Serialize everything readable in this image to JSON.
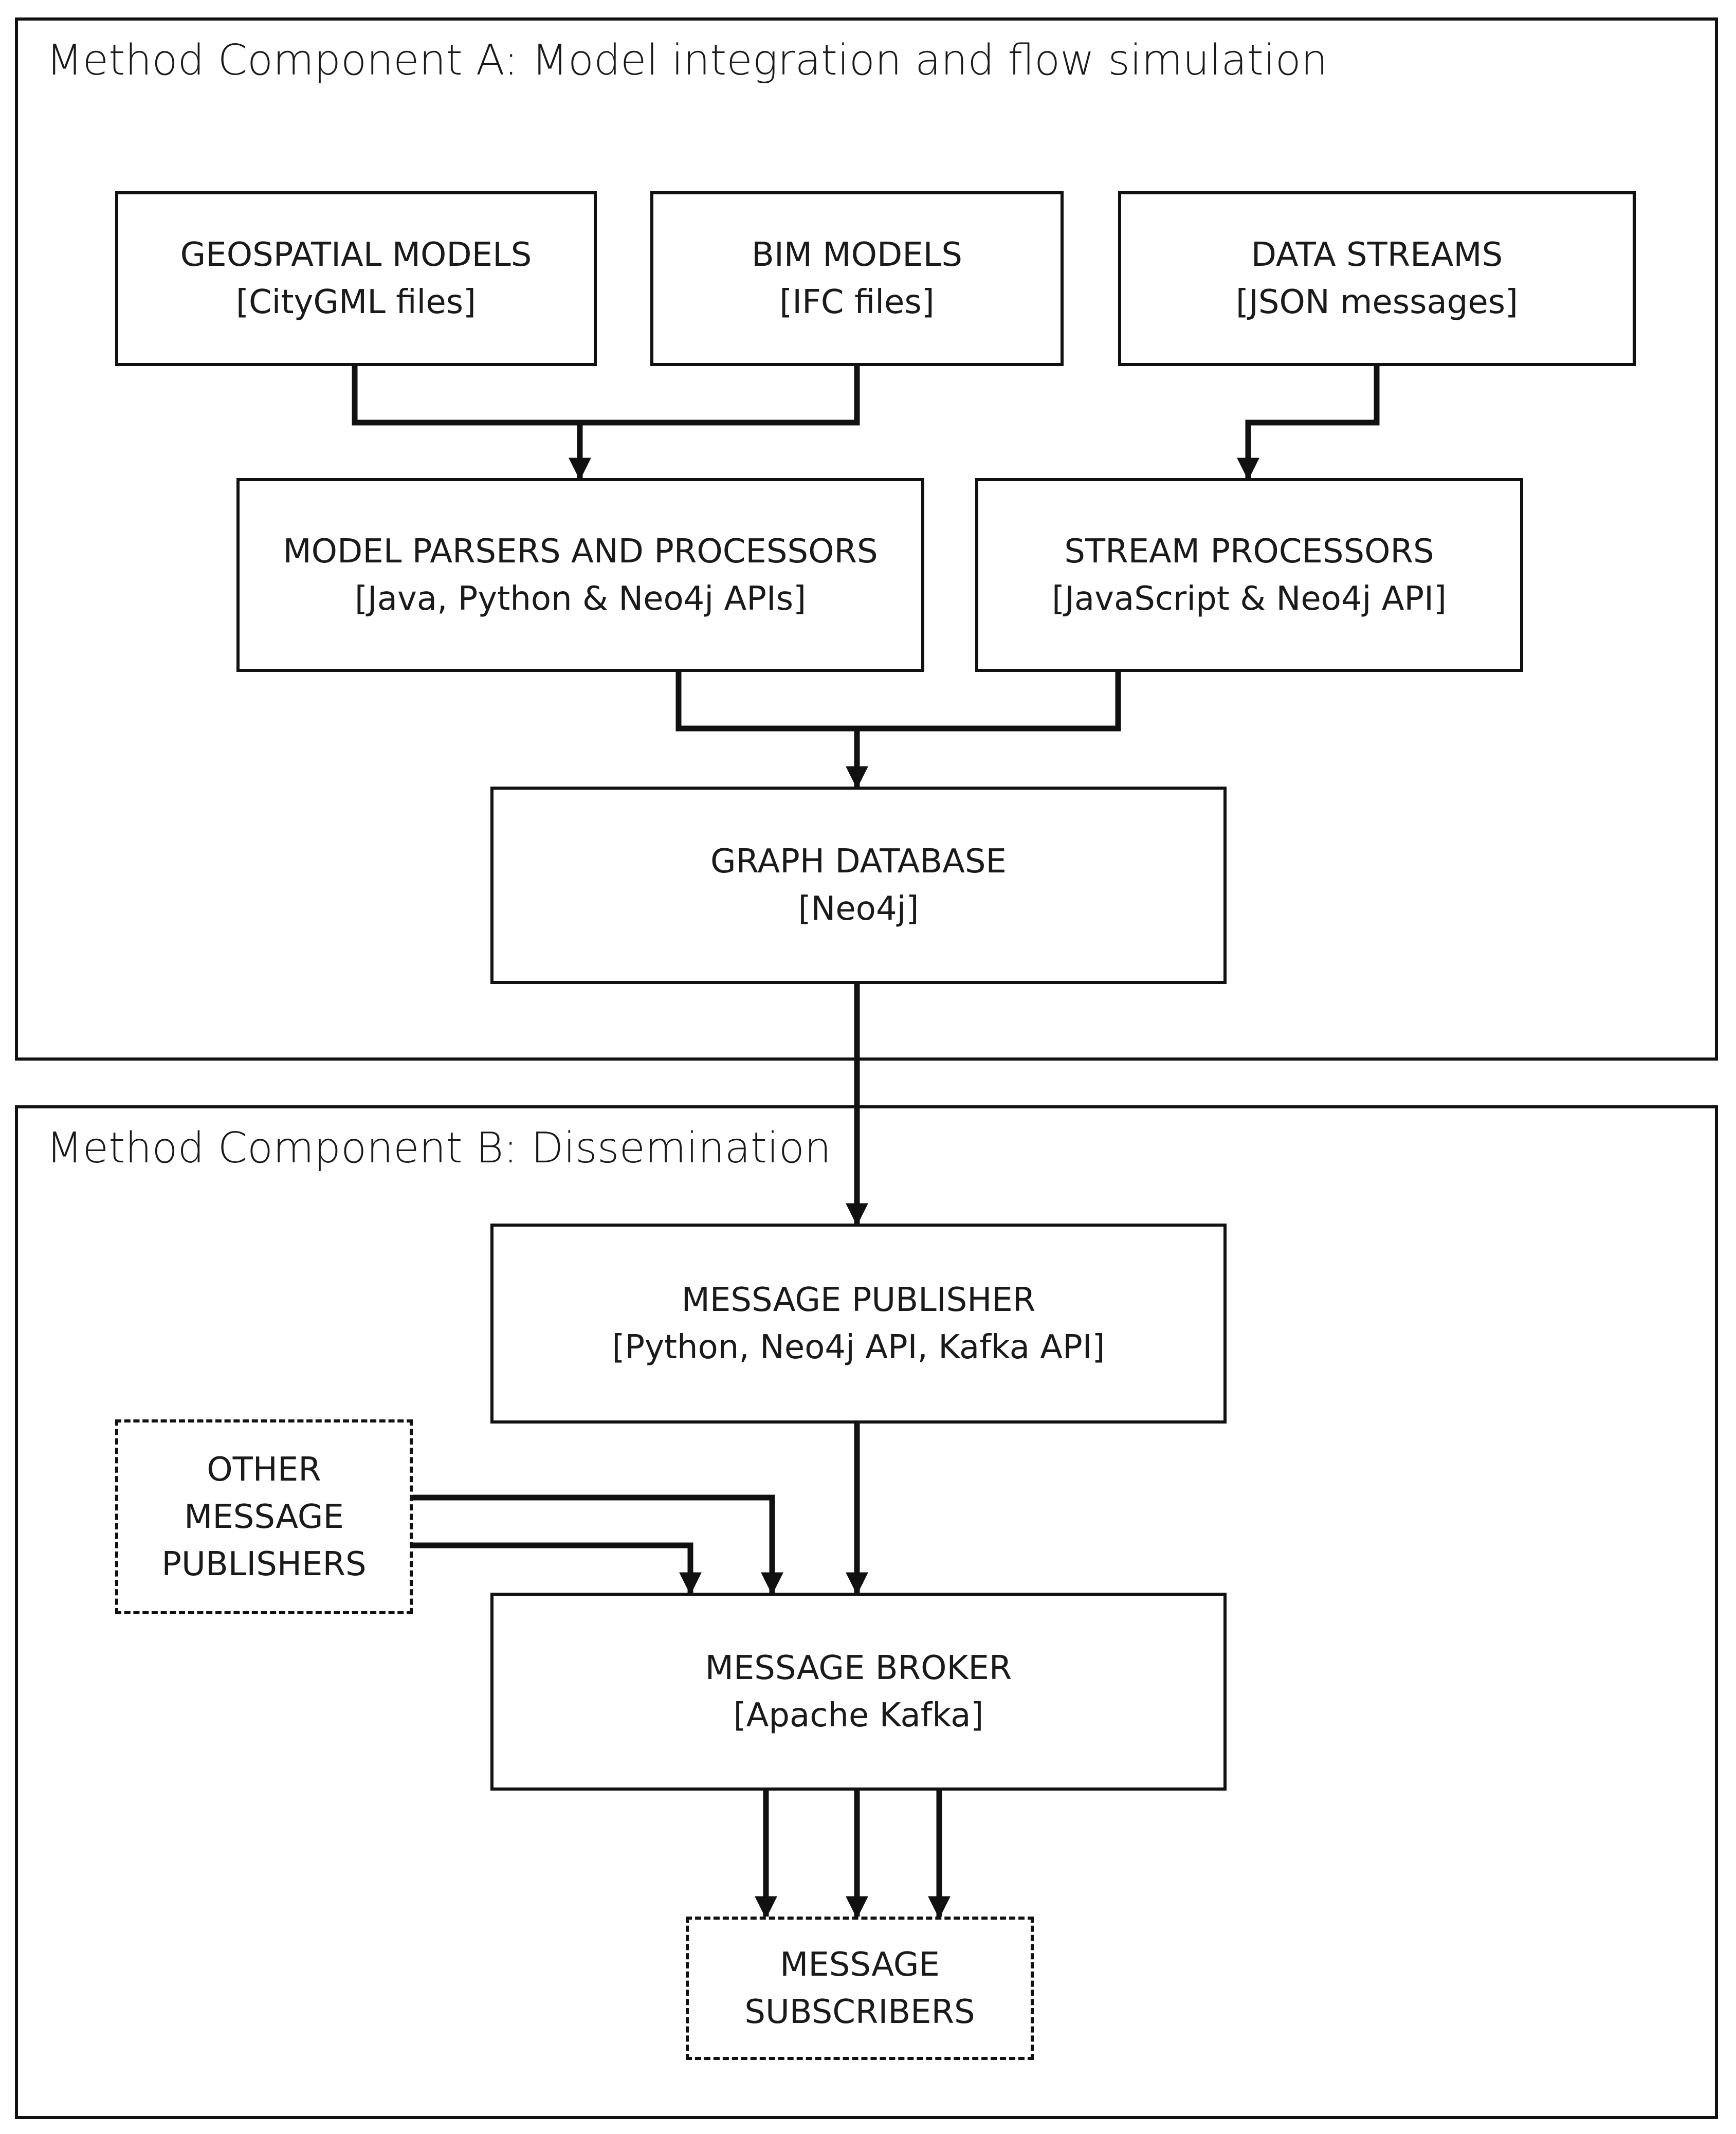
{
  "panel_a": {
    "title": "Method Component A: Model integration and flow simulation"
  },
  "panel_b": {
    "title": "Method Component B: Dissemination"
  },
  "nodes": {
    "geospatial": {
      "label": "GEOSPATIAL MODELS",
      "sub": "[CityGML files]"
    },
    "bim": {
      "label": "BIM MODELS",
      "sub": "[IFC files]"
    },
    "streams": {
      "label": "DATA STREAMS",
      "sub": "[JSON messages]"
    },
    "parsers": {
      "label": "MODEL PARSERS AND PROCESSORS",
      "sub": "[Java, Python & Neo4j APIs]"
    },
    "stream_proc": {
      "label": "STREAM PROCESSORS",
      "sub": "[JavaScript & Neo4j API]"
    },
    "graph_db": {
      "label": "GRAPH DATABASE",
      "sub": "[Neo4j]"
    },
    "publisher": {
      "label": "MESSAGE PUBLISHER",
      "sub": "[Python, Neo4j API, Kafka API]"
    },
    "other_pub": {
      "line1": "OTHER",
      "line2": "MESSAGE",
      "line3": "PUBLISHERS"
    },
    "broker": {
      "label": "MESSAGE BROKER",
      "sub": "[Apache Kafka]"
    },
    "subscribers": {
      "line1": "MESSAGE",
      "line2": "SUBSCRIBERS"
    }
  },
  "edges": [
    {
      "from": "geospatial",
      "to": "parsers"
    },
    {
      "from": "bim",
      "to": "parsers"
    },
    {
      "from": "streams",
      "to": "stream_proc"
    },
    {
      "from": "parsers",
      "to": "graph_db"
    },
    {
      "from": "stream_proc",
      "to": "graph_db"
    },
    {
      "from": "graph_db",
      "to": "publisher"
    },
    {
      "from": "publisher",
      "to": "broker"
    },
    {
      "from": "other_pub",
      "to": "broker"
    },
    {
      "from": "other_pub",
      "to": "broker"
    },
    {
      "from": "broker",
      "to": "subscribers"
    },
    {
      "from": "broker",
      "to": "subscribers"
    },
    {
      "from": "broker",
      "to": "subscribers"
    }
  ]
}
